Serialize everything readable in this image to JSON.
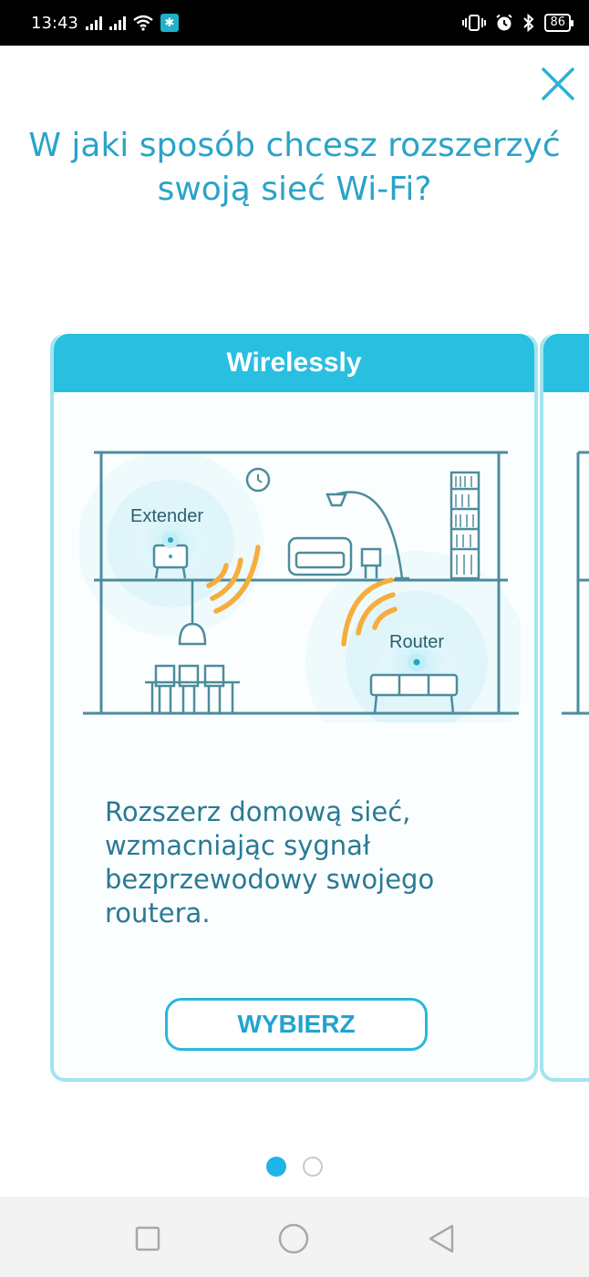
{
  "status_bar": {
    "time": "13:43",
    "battery": "86",
    "icons": [
      "signal-icon",
      "signal-icon",
      "wifi-icon",
      "app-icon",
      "vibrate-icon",
      "alarm-icon",
      "bluetooth-icon",
      "battery-icon"
    ]
  },
  "page": {
    "title_line1": "W jaki sposób chcesz rozszerzyć",
    "title_line2": "swoją sieć Wi-Fi?"
  },
  "card": {
    "header": "Wirelessly",
    "label_extender": "Extender",
    "label_router": "Router",
    "description": "Rozszerz domową sieć, wzmacniając sygnał bezprzewodowy swojego routera.",
    "button_label": "WYBIERZ"
  },
  "pager": {
    "pages": 2,
    "current": 1
  },
  "colors": {
    "accent": "#29bfe1",
    "title": "#2aa3c8",
    "card_border": "#a2e4ef",
    "signal": "#f6ad3c",
    "line": "#4c8c9c"
  }
}
